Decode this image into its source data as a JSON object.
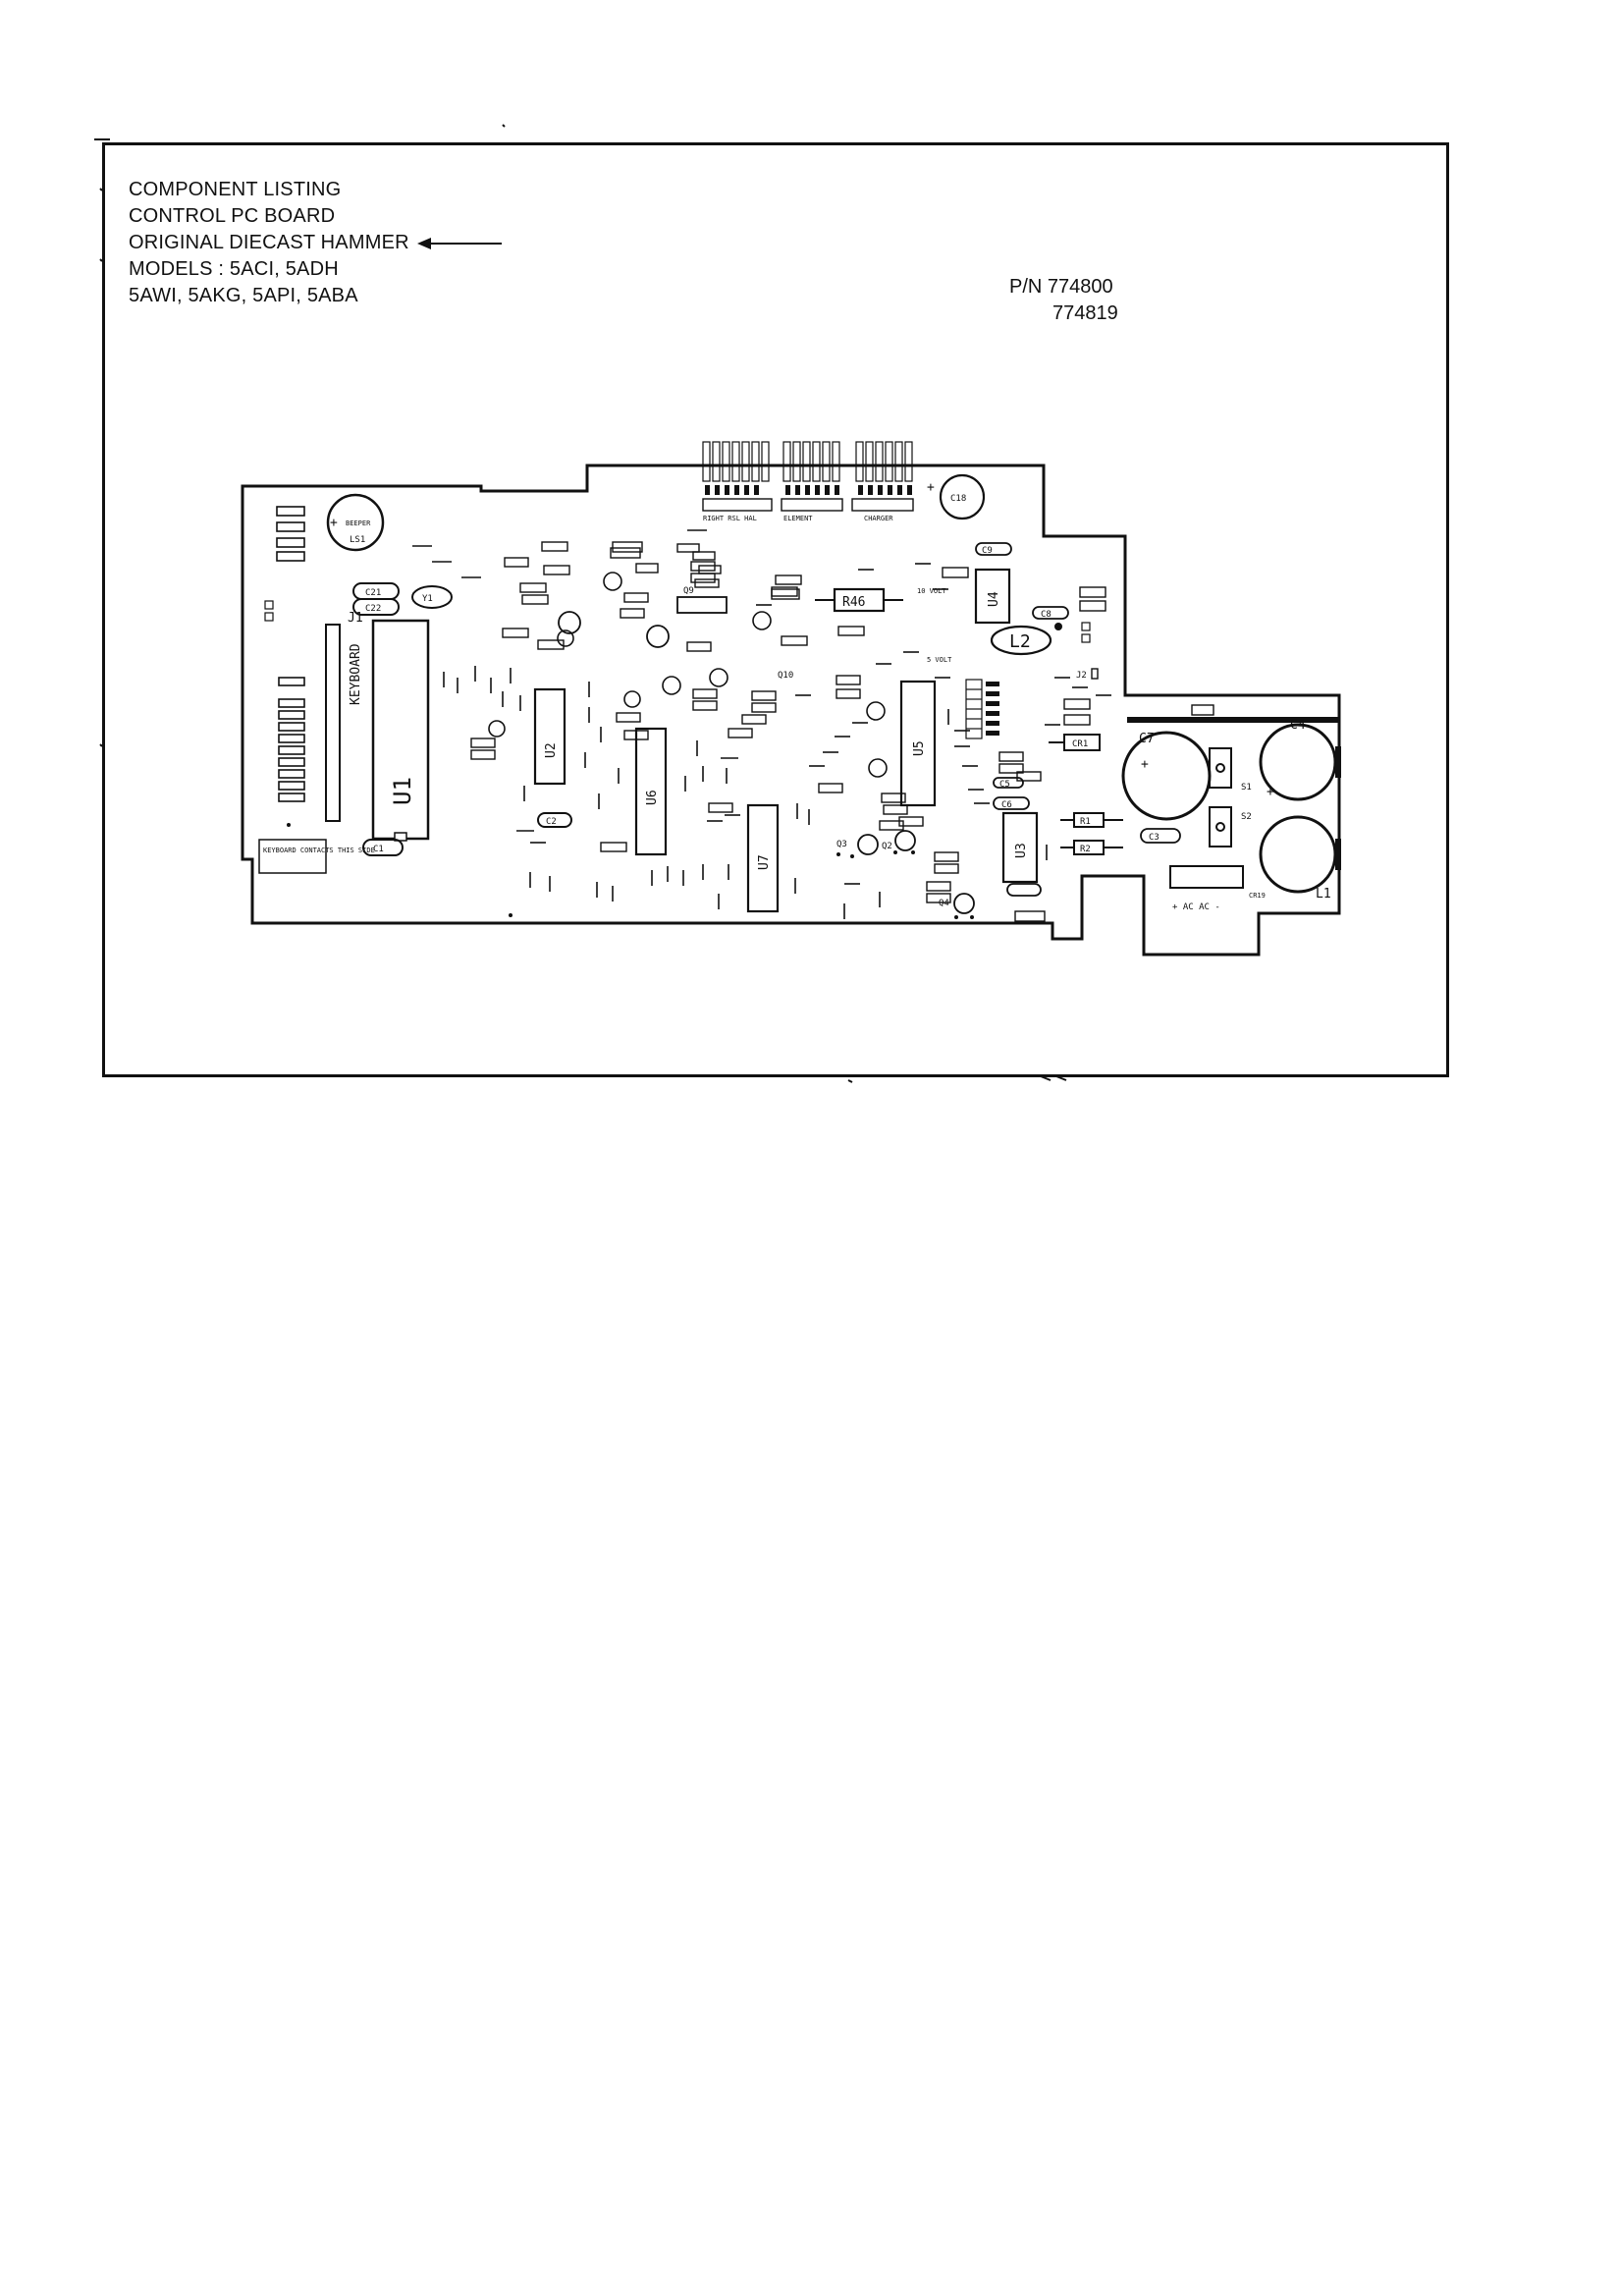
{
  "header": {
    "line1": "COMPONENT LISTING",
    "line2": "CONTROL PC BOARD",
    "line3": "ORIGINAL DIECAST HAMMER",
    "line4": "MODELS : 5ACI, 5ADH",
    "line5": "5AWI, 5AKG, 5API, 5ABA"
  },
  "part_numbers": {
    "label": "P/N 774800",
    "second": "774819"
  },
  "board": {
    "ics": {
      "u1": "U1",
      "u2": "U2",
      "u3": "U3",
      "u4": "U4",
      "u5": "U5",
      "u6": "U6",
      "u7": "U7"
    },
    "big_parts": {
      "l1": "L1",
      "l2": "L2",
      "c4": "C4",
      "c7": "C7",
      "c18": "C18",
      "r46": "R46",
      "y1": "Y1",
      "c1": "C1",
      "c2": "C2",
      "c3": "C3",
      "c5": "C5",
      "c6": "C6",
      "c8": "C8",
      "c9": "C9",
      "c21": "C21",
      "c22": "C22",
      "r1": "R1",
      "r2": "R2",
      "cr1": "CR1",
      "cr19": "CR19",
      "s1": "S1",
      "s2": "S2",
      "j1": "J1",
      "j2": "J2",
      "ls1": "LS1",
      "q2": "Q2",
      "q3": "Q3",
      "q4": "Q4",
      "q9": "Q9",
      "q10": "Q10"
    },
    "keyboard_label": "KEYBOARD",
    "beeper_label": "BEEPER",
    "ac_label": "+ AC AC -",
    "keyboard_contacts": "KEYBOARD CONTACTS THIS SIDE",
    "connector_labels": {
      "right_rsl_hal": "RIGHT RSL HAL",
      "element": "ELEMENT",
      "charger": "CHARGER"
    },
    "voltage_labels": {
      "v5": "5 VOLT",
      "v10": "10 VOLT"
    }
  }
}
